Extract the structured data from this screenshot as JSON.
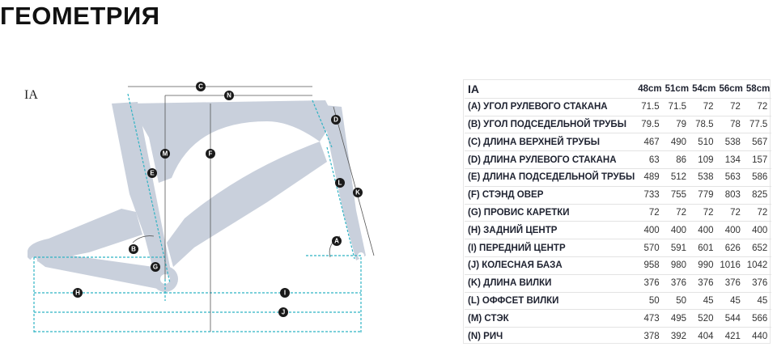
{
  "page_title": "ГЕОМЕТРИЯ",
  "diagram": {
    "model_label": "IA",
    "markers": {
      "A": "A",
      "B": "B",
      "C": "C",
      "D": "D",
      "E": "E",
      "F": "F",
      "G": "G",
      "H": "H",
      "I": "I",
      "J": "J",
      "K": "K",
      "L": "L",
      "M": "M",
      "N": "N"
    },
    "colors": {
      "frame": "#c9d0dc",
      "dims": "#2fb3c4",
      "badge": "#1a1a1a"
    }
  },
  "table": {
    "header_label": "IA",
    "sizes": [
      "48cm",
      "51cm",
      "54cm",
      "56cm",
      "58cm"
    ],
    "rows": [
      {
        "label": "(A) УГОЛ РУЛЕВОГО СТАКАНА",
        "values": [
          "71.5",
          "71.5",
          "72",
          "72",
          "72"
        ]
      },
      {
        "label": "(B) УГОЛ ПОДСЕДЕЛЬНОЙ ТРУБЫ",
        "values": [
          "79.5",
          "79",
          "78.5",
          "78",
          "77.5"
        ]
      },
      {
        "label": "(C) ДЛИНА ВЕРХНЕЙ ТРУБЫ",
        "values": [
          "467",
          "490",
          "510",
          "538",
          "567"
        ]
      },
      {
        "label": "(D) ДЛИНА РУЛЕВОГО СТАКАНА",
        "values": [
          "63",
          "86",
          "109",
          "134",
          "157"
        ]
      },
      {
        "label": "(E) ДЛИНА ПОДСЕДЕЛЬНОЙ ТРУБЫ",
        "values": [
          "489",
          "512",
          "538",
          "563",
          "586"
        ]
      },
      {
        "label": "(F) СТЭНД ОВЕР",
        "values": [
          "733",
          "755",
          "779",
          "803",
          "825"
        ]
      },
      {
        "label": "(G) ПРОВИС КАРЕТКИ",
        "values": [
          "72",
          "72",
          "72",
          "72",
          "72"
        ]
      },
      {
        "label": "(H) ЗАДНИЙ ЦЕНТР",
        "values": [
          "400",
          "400",
          "400",
          "400",
          "400"
        ]
      },
      {
        "label": "(I) ПЕРЕДНИЙ ЦЕНТР",
        "values": [
          "570",
          "591",
          "601",
          "626",
          "652"
        ]
      },
      {
        "label": "(J) КОЛЕСНАЯ БАЗА",
        "values": [
          "958",
          "980",
          "990",
          "1016",
          "1042"
        ]
      },
      {
        "label": "(K) ДЛИНА ВИЛКИ",
        "values": [
          "376",
          "376",
          "376",
          "376",
          "376"
        ]
      },
      {
        "label": "(L) ОФФСЕТ ВИЛКИ",
        "values": [
          "50",
          "50",
          "45",
          "45",
          "45"
        ]
      },
      {
        "label": "(M) СТЭК",
        "values": [
          "473",
          "495",
          "520",
          "544",
          "566"
        ]
      },
      {
        "label": "(N) РИЧ",
        "values": [
          "378",
          "392",
          "404",
          "421",
          "440"
        ]
      }
    ]
  }
}
